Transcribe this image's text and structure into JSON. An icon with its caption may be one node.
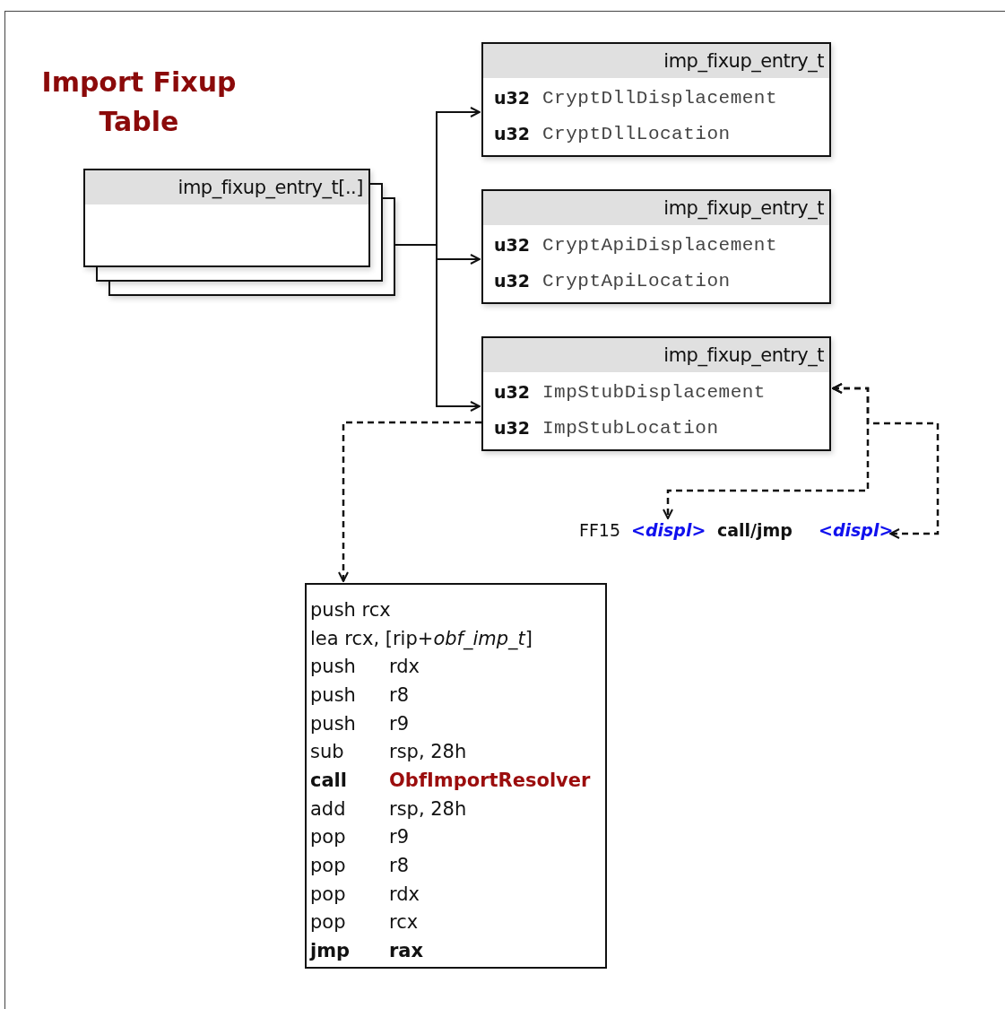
{
  "diagram": {
    "title": "Import Fixup Table",
    "nodes": [
      {
        "text": [
          "imp_fixup_entry_t[..]"
        ]
      },
      {
        "text": [
          "imp_fixup_entry_t",
          "u32",
          "CryptDllDisplacement",
          "u32",
          "CryptDllLocation"
        ]
      },
      {
        "text": [
          "imp_fixup_entry_t",
          "u32",
          "CryptApiDisplacement",
          "u32",
          "CryptApiLocation"
        ]
      },
      {
        "text": [
          "imp_fixup_entry_t",
          "u32",
          "ImpStubDisplacement",
          "u32",
          "ImpStubLocation"
        ]
      },
      {
        "text": [
          "<displ>"
        ]
      },
      {
        "text": [
          "<displ>"
        ]
      },
      {
        "text": [
          "push rcx",
          "lea rcx, [rip+*obf_imp_t*]",
          "push",
          "rdx",
          "push",
          "r8",
          "push",
          "r9",
          "sub",
          "rsp, 28h",
          "call",
          "ObfImportResolver",
          "add",
          "rsp, 28h",
          "pop",
          "r9",
          "pop",
          "r8",
          "pop",
          "rdx",
          "pop",
          "rcx",
          "jmp",
          "rax"
        ]
      }
    ],
    "edges": [
      {
        "from": 0,
        "to": 1,
        "arrow": "to"
      },
      {
        "from": 0,
        "to": 2,
        "arrow": "to"
      },
      {
        "from": 0,
        "to": 3,
        "arrow": "to"
      },
      {
        "from": 3,
        "to": 4,
        "arrow": "both",
        "style": "dashed"
      },
      {
        "from": 3,
        "to": 5,
        "arrow": "both",
        "style": "dashed"
      },
      {
        "from": 3,
        "to": 6,
        "arrow": "to",
        "style": "dashed"
      }
    ],
    "labels": [
      "FF15",
      "call/jmp"
    ]
  }
}
